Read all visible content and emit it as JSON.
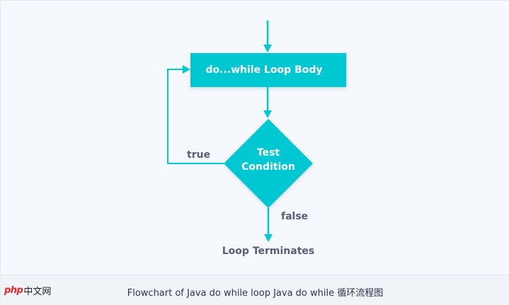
{
  "diagram": {
    "loop_body_label": "do...while Loop Body",
    "condition_line1": "Test",
    "condition_line2": "Condition",
    "true_label": "true",
    "false_label": "false",
    "terminate_label": "Loop Terminates"
  },
  "caption": {
    "text": "Flowchart of Java do while loop Java do while 循环流程图"
  },
  "logo": {
    "mark": "php",
    "text": "中文网"
  },
  "colors": {
    "accent": "#00c8d2",
    "box_text": "#ffffff",
    "label_text": "#5d5a7a"
  }
}
